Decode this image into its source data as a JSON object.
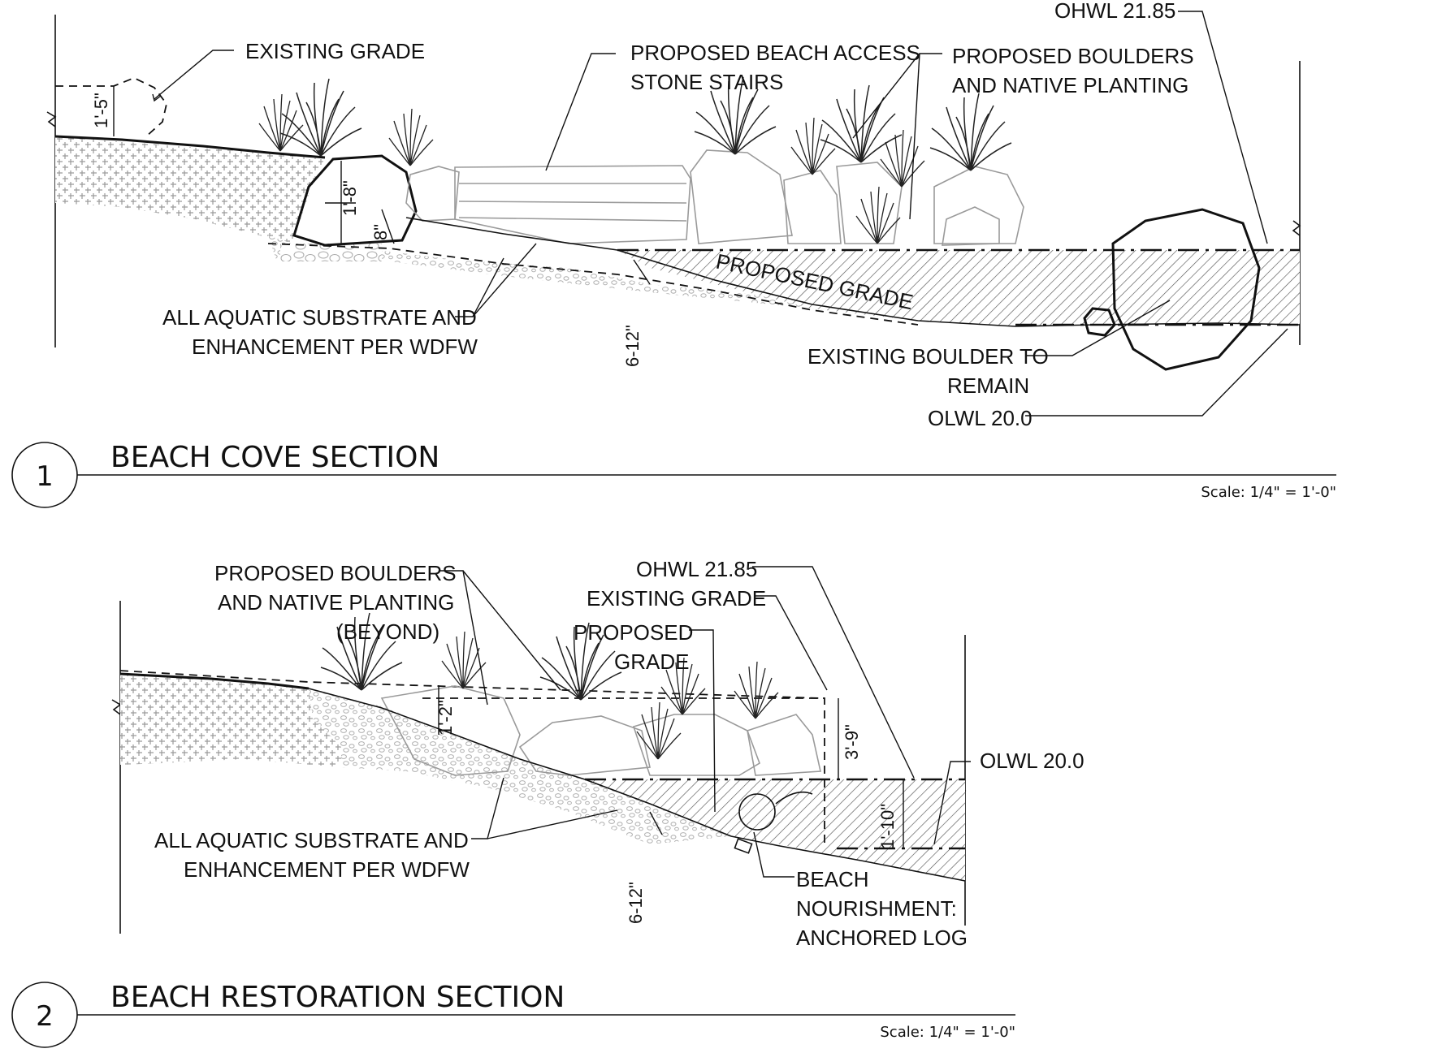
{
  "section1": {
    "number": "1",
    "title": "BEACH COVE SECTION",
    "scale": "Scale: 1/4\" = 1'-0\"",
    "labels": {
      "ohwl": "OHWL 21.85",
      "existing_grade": "EXISTING GRADE",
      "stairs_l1": "PROPOSED BEACH ACCESS",
      "stairs_l2": "STONE STAIRS",
      "boulders_l1": "PROPOSED BOULDERS",
      "boulders_l2": "AND NATIVE PLANTING",
      "proposed_grade": "PROPOSED GRADE",
      "substrate_l1": "ALL AQUATIC SUBSTRATE AND",
      "substrate_l2": "ENHANCEMENT PER WDFW",
      "existing_boulder_l1": "EXISTING BOULDER TO",
      "existing_boulder_l2": "REMAIN",
      "olwl": "OLWL 20.0",
      "dim_1_5": "1'-5\"",
      "dim_1_8": "1'-8\"",
      "dim_8": "8\"",
      "dim_6_12": "6-12\""
    }
  },
  "section2": {
    "number": "2",
    "title": "BEACH RESTORATION SECTION",
    "scale": "Scale: 1/4\" = 1'-0\"",
    "labels": {
      "boulders_l1": "PROPOSED BOULDERS",
      "boulders_l2": "AND NATIVE PLANTING",
      "boulders_l3": "(BEYOND)",
      "ohwl": "OHWL 21.85",
      "existing_grade": "EXISTING GRADE",
      "proposed_grade_l1": "PROPOSED",
      "proposed_grade_l2": "GRADE",
      "olwl": "OLWL 20.0",
      "substrate_l1": "ALL AQUATIC SUBSTRATE AND",
      "substrate_l2": "ENHANCEMENT PER WDFW",
      "log_l1": "BEACH",
      "log_l2": "NOURISHMENT:",
      "log_l3": "ANCHORED LOG",
      "dim_1_2": "1'-2\"",
      "dim_3_9": "3'-9\"",
      "dim_1_10": "1'-10\"",
      "dim_6_12": "6-12\""
    }
  }
}
